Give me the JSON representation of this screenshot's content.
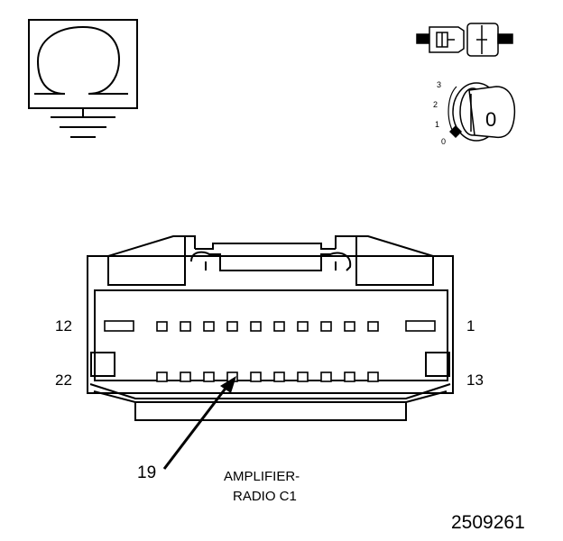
{
  "connector": {
    "label_line1": "AMPLIFIER-",
    "label_line2": "RADIO C1",
    "pin_labels": {
      "top_left": "12",
      "top_right": "1",
      "bottom_left": "22",
      "bottom_right": "13"
    },
    "callout_pin": "19",
    "top_row_cavities": 10,
    "bottom_row_cavities": 10
  },
  "figure_id": "2509261",
  "ignition_key": {
    "key_label": "0",
    "positions": [
      "3",
      "2",
      "1",
      "0"
    ]
  },
  "icons": [
    "ground-symbol-icon",
    "connector-plug-icon",
    "ignition-key-icon"
  ]
}
